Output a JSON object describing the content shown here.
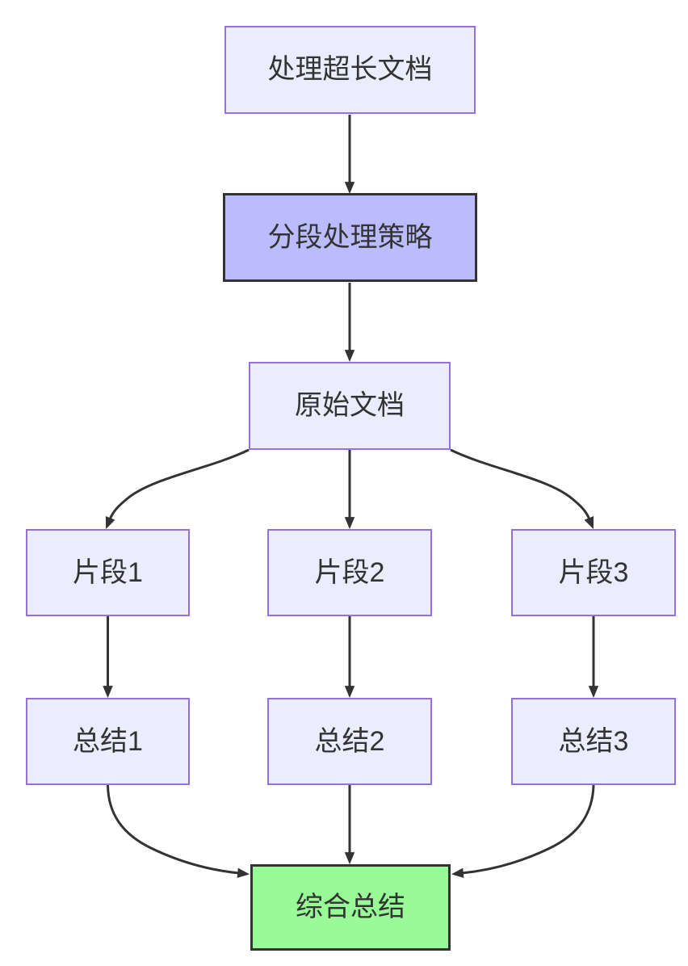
{
  "diagram": {
    "type": "flowchart",
    "direction": "top-down",
    "nodes": {
      "doc": {
        "label": "处理超长文档",
        "style": "default"
      },
      "strategy": {
        "label": "分段处理策略",
        "style": "highlight-purple"
      },
      "original": {
        "label": "原始文档",
        "style": "default"
      },
      "seg1": {
        "label": "片段1",
        "style": "default"
      },
      "seg2": {
        "label": "片段2",
        "style": "default"
      },
      "seg3": {
        "label": "片段3",
        "style": "default"
      },
      "sum1": {
        "label": "总结1",
        "style": "default"
      },
      "sum2": {
        "label": "总结2",
        "style": "default"
      },
      "sum3": {
        "label": "总结3",
        "style": "default"
      },
      "final": {
        "label": "综合总结",
        "style": "highlight-green"
      }
    },
    "edges": [
      {
        "from": "doc",
        "to": "strategy"
      },
      {
        "from": "strategy",
        "to": "original"
      },
      {
        "from": "original",
        "to": "seg1"
      },
      {
        "from": "original",
        "to": "seg2"
      },
      {
        "from": "original",
        "to": "seg3"
      },
      {
        "from": "seg1",
        "to": "sum1"
      },
      {
        "from": "seg2",
        "to": "sum2"
      },
      {
        "from": "seg3",
        "to": "sum3"
      },
      {
        "from": "sum1",
        "to": "final"
      },
      {
        "from": "sum2",
        "to": "final"
      },
      {
        "from": "sum3",
        "to": "final"
      }
    ],
    "colors": {
      "background": "#ffffff",
      "node_fill": "#ececff",
      "node_border": "#9370db",
      "strategy_fill": "#bbbbff",
      "strategy_border": "#333333",
      "final_fill": "#98fb98",
      "final_border": "#333333",
      "edge": "#333333",
      "text": "#333333"
    }
  }
}
